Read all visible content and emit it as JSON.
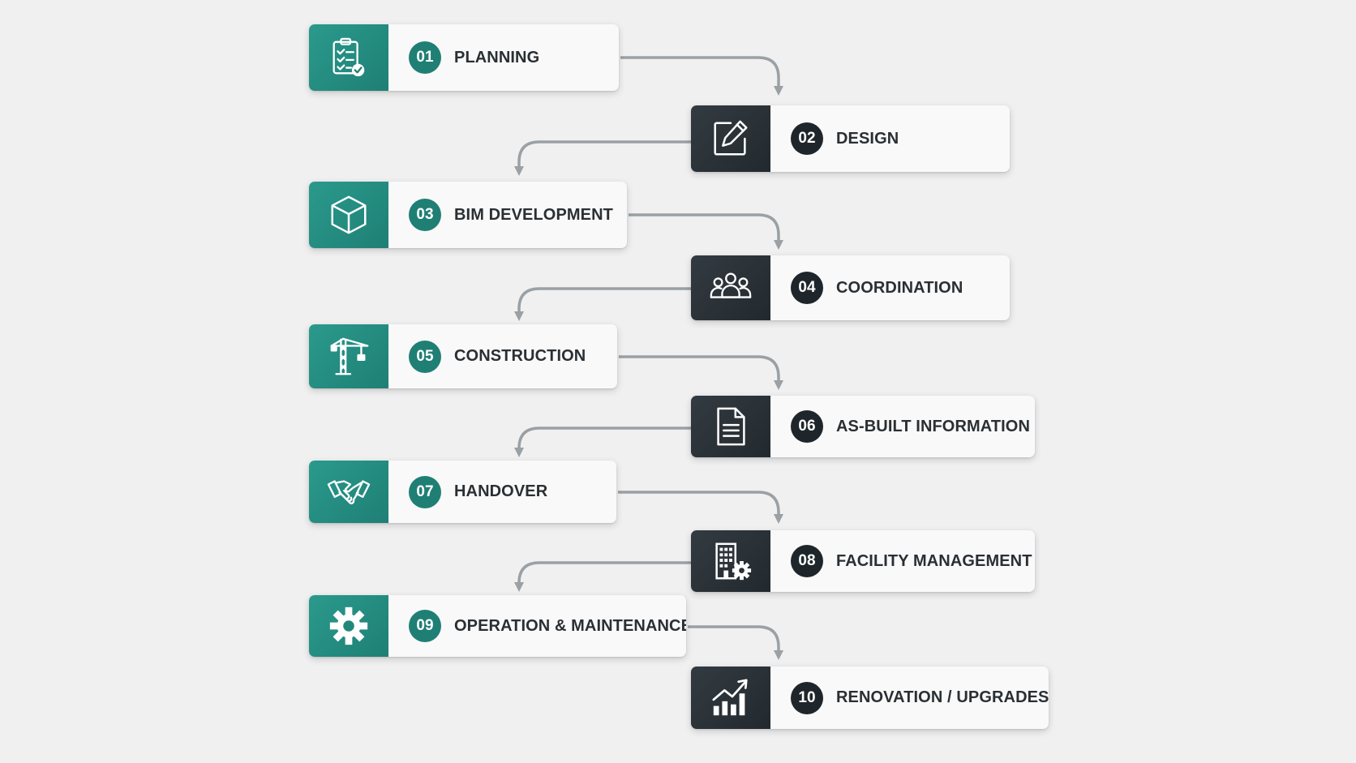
{
  "colors": {
    "teal": "#1f7f75",
    "dark": "#22292e",
    "connector": "#9aa0a4",
    "background": "#f0f0f1"
  },
  "steps": [
    {
      "number": "01",
      "label": "PLANNING",
      "icon": "clipboard-checklist-icon",
      "theme": "teal"
    },
    {
      "number": "02",
      "label": "DESIGN",
      "icon": "edit-pencil-icon",
      "theme": "dark"
    },
    {
      "number": "03",
      "label": "BIM DEVELOPMENT",
      "icon": "cube-icon",
      "theme": "teal"
    },
    {
      "number": "04",
      "label": "COORDINATION",
      "icon": "team-people-icon",
      "theme": "dark"
    },
    {
      "number": "05",
      "label": "CONSTRUCTION",
      "icon": "crane-icon",
      "theme": "teal"
    },
    {
      "number": "06",
      "label": "AS-BUILT INFORMATION",
      "icon": "document-icon",
      "theme": "dark"
    },
    {
      "number": "07",
      "label": "HANDOVER",
      "icon": "handshake-icon",
      "theme": "teal"
    },
    {
      "number": "08",
      "label": "FACILITY MANAGEMENT",
      "icon": "building-gear-icon",
      "theme": "dark"
    },
    {
      "number": "09",
      "label": "OPERATION & MAINTENANCE",
      "icon": "gear-icon",
      "theme": "teal"
    },
    {
      "number": "10",
      "label": "RENOVATION / UPGRADES",
      "icon": "growth-chart-icon",
      "theme": "dark"
    }
  ]
}
